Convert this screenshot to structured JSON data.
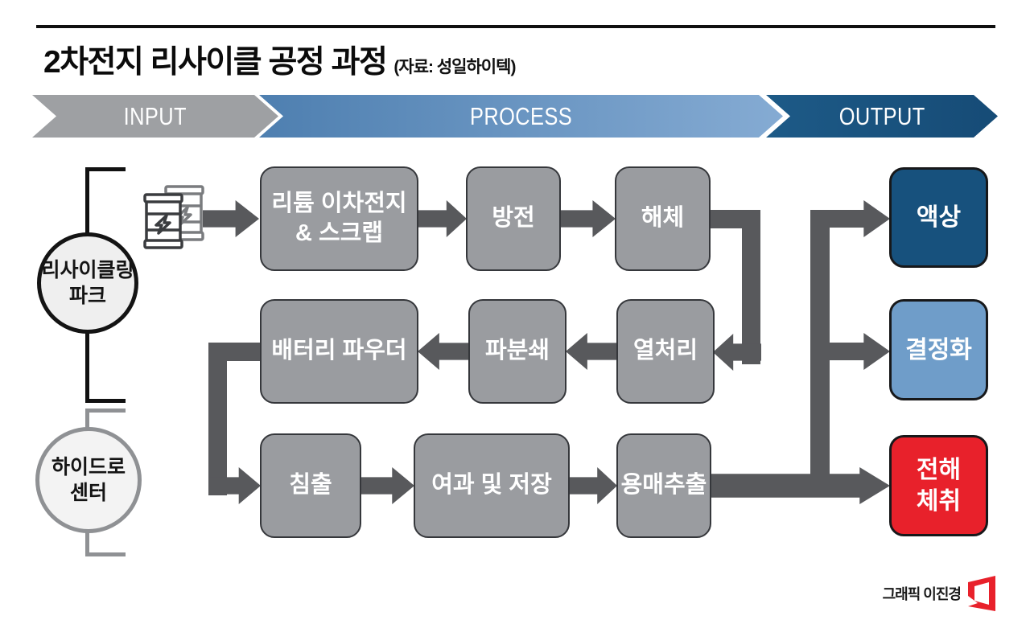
{
  "header": {
    "title": "2차전지 리사이클 공정 과정",
    "source": "(자료: 성일하이텍)"
  },
  "bands": {
    "input": {
      "label": "INPUT",
      "color": "#9EA0A3"
    },
    "process": {
      "label": "PROCESS",
      "color_left": "#4E7FB0",
      "color_right": "#85ABD3"
    },
    "output": {
      "label": "OUTPUT",
      "color": "#1A5480"
    }
  },
  "facilities": {
    "recycling_park": {
      "line1": "리사이클링",
      "line2": "파크"
    },
    "hydro_center": {
      "line1": "하이드로",
      "line2": "센터"
    }
  },
  "steps": {
    "scrap": {
      "line1": "리튬 이차전지",
      "line2": "& 스크랩"
    },
    "discharge": {
      "line1": "방전"
    },
    "dismantle": {
      "line1": "해체"
    },
    "battery_powder": {
      "line1": "배터리 파우더"
    },
    "crushing": {
      "line1": "파분쇄"
    },
    "heat_treatment": {
      "line1": "열처리"
    },
    "leaching": {
      "line1": "침출"
    },
    "filter_storage": {
      "line1": "여과 및 저장"
    },
    "solvent_extraction": {
      "line1": "용매추출"
    }
  },
  "outputs": {
    "liquid": {
      "label": "액상",
      "color": "#17517D"
    },
    "crystallization": {
      "label": "결정화",
      "color": "#6F9DC9"
    },
    "electrowinning": {
      "line1": "전해",
      "line2": "체취",
      "color": "#E8212B"
    }
  },
  "colors": {
    "process_box": "#9A9CA0",
    "connector": "#58595C",
    "box_border": "#35373B"
  },
  "credit": {
    "text": "그래픽 이진경"
  }
}
